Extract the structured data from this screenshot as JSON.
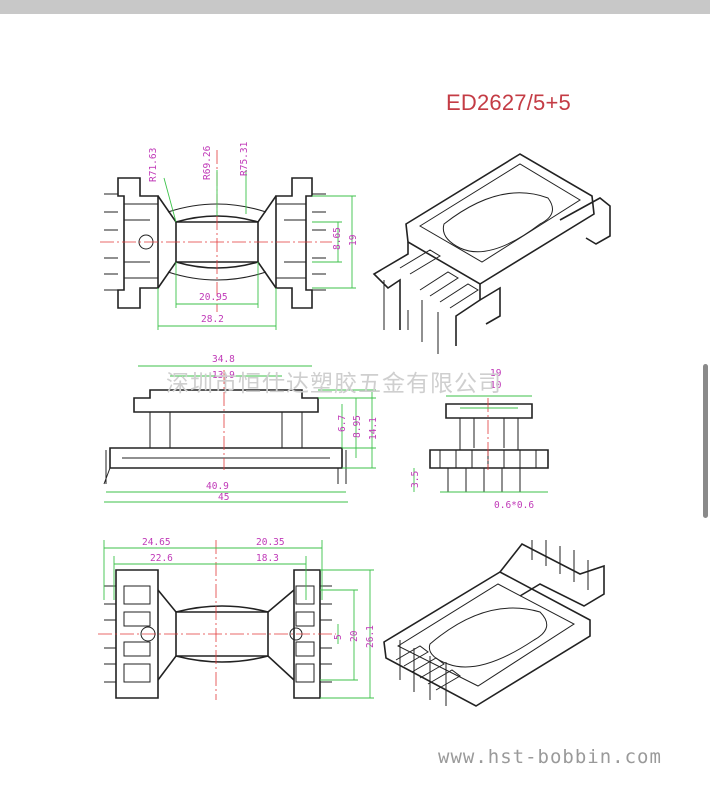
{
  "title": "ED2627/5+5",
  "watermark_text": "深圳市恒仕达塑胶五金有限公司",
  "website": "www.hst-bobbin.com",
  "colors": {
    "title": "#c43c45",
    "dimension_text": "#c03ab8",
    "dimension_lines": "#3cc24a",
    "center_lines": "#e23a3a"
  },
  "top_view": {
    "radius_labels": [
      "R71.63",
      "R69.26",
      "R75.31"
    ],
    "width_labels": [
      "20.95",
      "28.2"
    ],
    "height_labels": [
      "8.65",
      "19"
    ]
  },
  "front_view": {
    "width_labels": [
      "34.8",
      "13.9",
      "40.9",
      "45"
    ],
    "height_labels": [
      "6.7",
      "8.95",
      "14.1"
    ]
  },
  "side_view": {
    "top_labels": [
      "19",
      "10"
    ],
    "pin_height_label": "3.5",
    "pin_size_label": "0.6*0.6"
  },
  "bottom_view": {
    "width_labels": [
      "24.65",
      "20.35",
      "22.6",
      "18.3"
    ],
    "height_labels": [
      "5",
      "20",
      "26.1"
    ]
  }
}
